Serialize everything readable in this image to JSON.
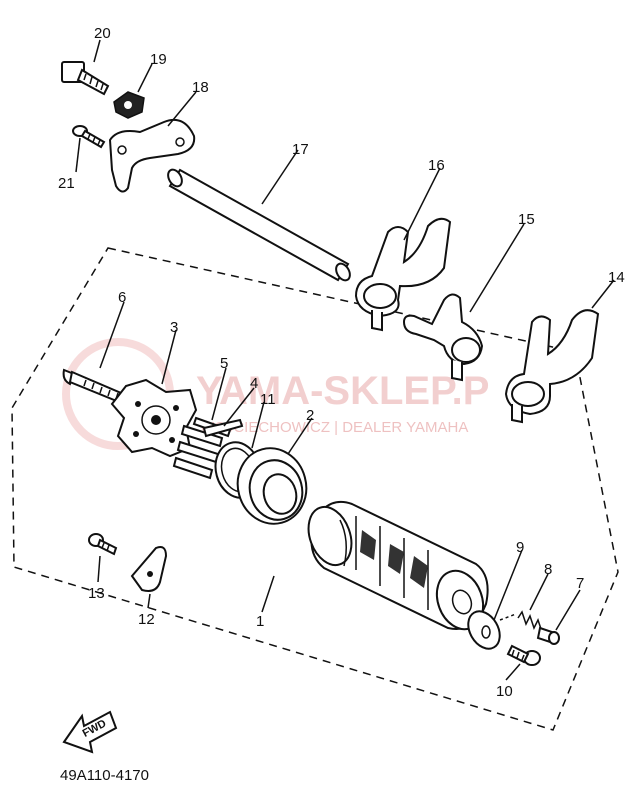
{
  "diagram": {
    "part_labels": {
      "p1": "1",
      "p2": "2",
      "p3": "3",
      "p4": "4",
      "p5": "5",
      "p6": "6",
      "p7": "7",
      "p8": "8",
      "p9": "9",
      "p10": "10",
      "p11": "11",
      "p12": "12",
      "p13": "13",
      "p14": "14",
      "p15": "15",
      "p16": "16",
      "p17": "17",
      "p18": "18",
      "p19": "19",
      "p20": "20",
      "p21": "21"
    },
    "fwd_label": "FWD",
    "diagram_code": "49A110-4170",
    "watermark": {
      "brand": "YAMA-SKLEP.P",
      "dealer": "WOJCIECHOWICZ | DEALER YAMAHA"
    }
  }
}
